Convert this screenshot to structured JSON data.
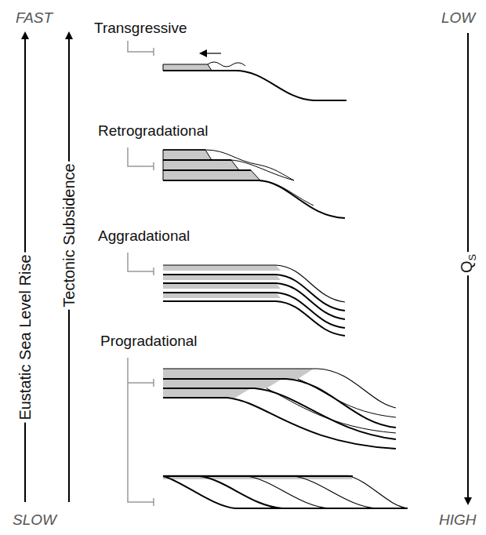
{
  "diagram": {
    "labels": [
      "FAST",
      "LOW",
      "Transgressive",
      "Retrogradational",
      "Aggradational",
      "Progradational",
      "Eustatic Sea Level Rise",
      "Tectonic Subsidence",
      "Q",
      "S",
      "SLOW",
      "HIGH"
    ]
  }
}
